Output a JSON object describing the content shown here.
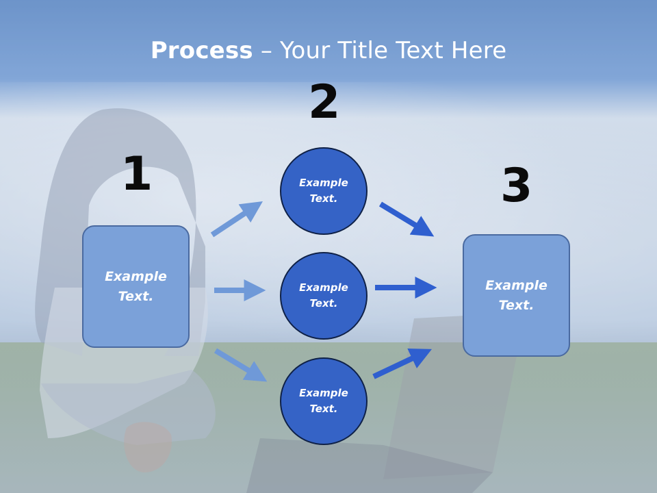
{
  "slide": {
    "title_bold": "Process",
    "title_rest": " – Your Title Text Here",
    "step_numbers": [
      "1",
      "2",
      "3"
    ],
    "left_box": "Example Text.",
    "circles": [
      "Example Text.",
      "Example Text.",
      "Example Text."
    ],
    "right_box": "Example Text."
  },
  "colors": {
    "box_fill": "#7ba1d9",
    "circle_fill": "#3563c6",
    "arrow_light": "#6f99d8",
    "arrow_dark": "#2f5fcf"
  }
}
